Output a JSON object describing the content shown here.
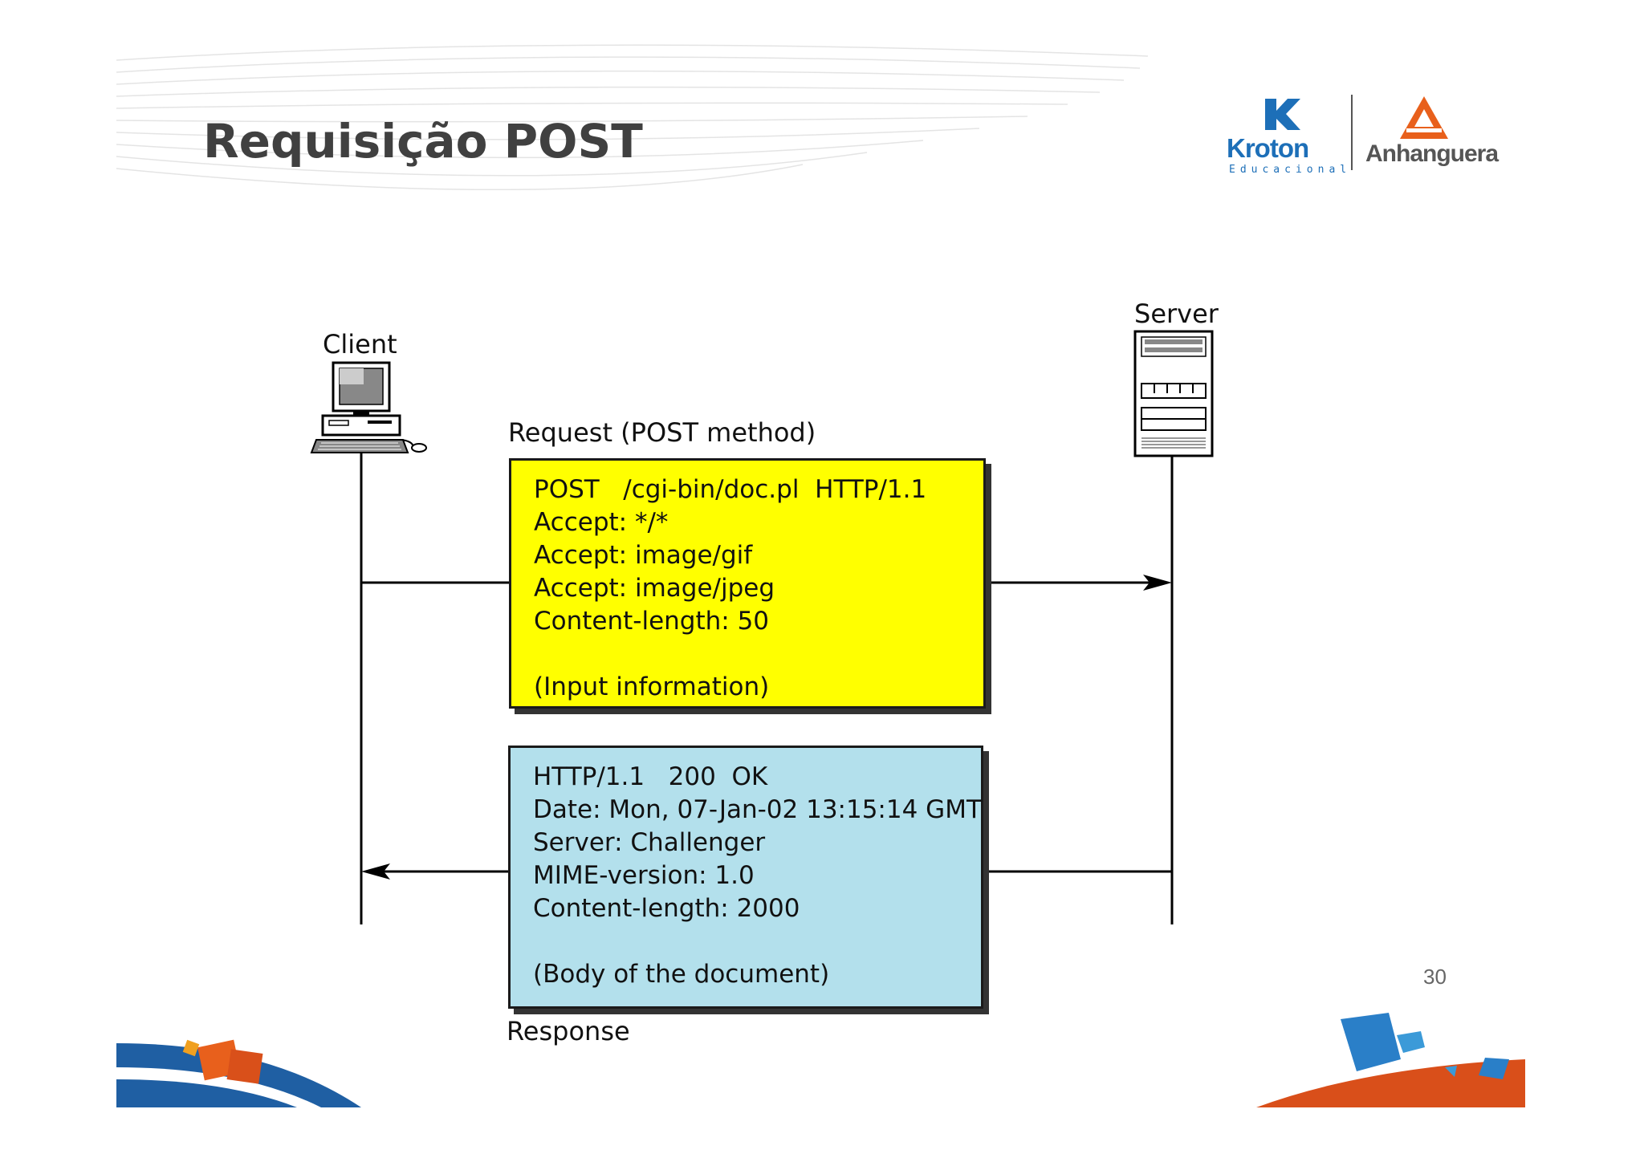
{
  "slide": {
    "title": "Requisição POST",
    "page_number": "30"
  },
  "logos": {
    "kroton": {
      "word": "Kroton",
      "sub": "Educacional",
      "letter": "K",
      "color": "#1d6fb8"
    },
    "anhanguera": {
      "word": "Anhanguera",
      "color": "#e8601c"
    }
  },
  "diagram": {
    "client_label": "Client",
    "server_label": "Server",
    "request": {
      "label": "Request (POST method)",
      "fill": "#ffff00",
      "lines": [
        "POST   /cgi-bin/doc.pl  HTTP/1.1",
        "Accept: */*",
        "Accept: image/gif",
        "Accept: image/jpeg",
        "Content-length: 50",
        "",
        "(Input information)"
      ]
    },
    "response": {
      "label": "Response",
      "fill": "#b3e0ec",
      "lines": [
        "HTTP/1.1   200  OK",
        "Date: Mon, 07-Jan-02 13:15:14 GMT",
        "Server: Challenger",
        "MIME-version: 1.0",
        "Content-length: 2000",
        "",
        "(Body of the document)"
      ]
    }
  }
}
